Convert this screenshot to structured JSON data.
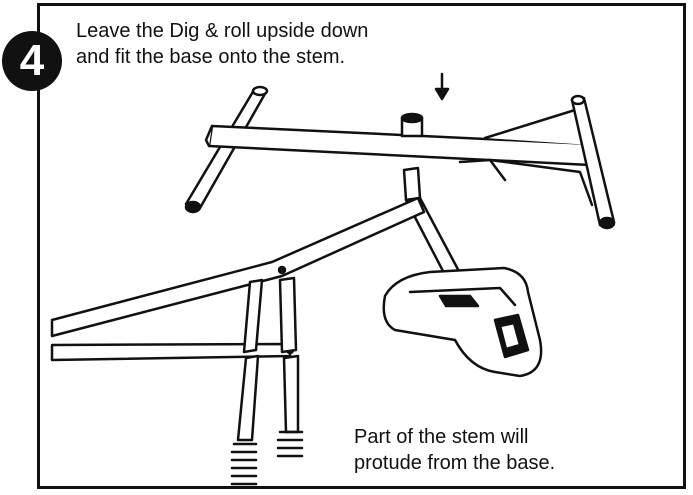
{
  "step": {
    "number": "4"
  },
  "instruction": {
    "line1": "Leave the Dig & roll upside down",
    "line2": "and fit the base onto the stem."
  },
  "note": {
    "line1": "Part of the stem will",
    "line2": "protude from the base."
  },
  "colors": {
    "ink": "#111111",
    "background": "#ffffff"
  }
}
